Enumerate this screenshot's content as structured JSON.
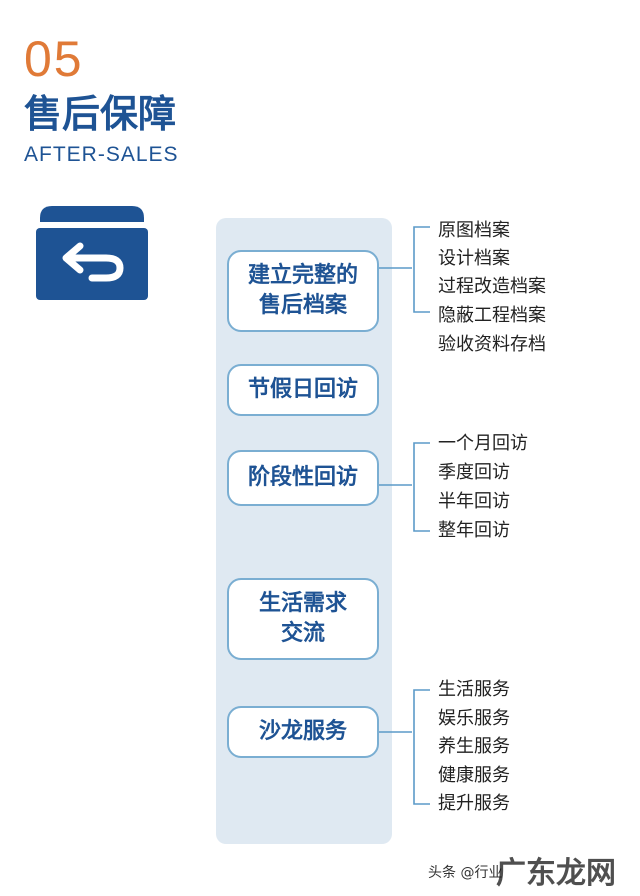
{
  "header": {
    "number": "05",
    "title": "售后保障",
    "subtitle": "AFTER-SALES",
    "icon": "return-arrow-icon"
  },
  "colors": {
    "accent_orange": "#e07a37",
    "brand_blue": "#1e5394",
    "panel_bg": "#dfe9f2",
    "box_border": "#7aaed2",
    "line_color": "#5b9ac8"
  },
  "items": [
    {
      "label": "建立完整的\n售后档案",
      "subs": [
        "原图档案",
        "设计档案",
        "过程改造档案",
        "隐蔽工程档案",
        "验收资料存档"
      ]
    },
    {
      "label": "节假日回访",
      "subs": []
    },
    {
      "label": "阶段性回访",
      "subs": [
        "一个月回访",
        "季度回访",
        "半年回访",
        "整年回访"
      ]
    },
    {
      "label": "生活需求\n交流",
      "subs": []
    },
    {
      "label": "沙龙服务",
      "subs": [
        "生活服务",
        "娱乐服务",
        "养生服务",
        "健康服务",
        "提升服务"
      ]
    }
  ],
  "footer": {
    "source": "头条 @行业",
    "watermark": "广东龙网"
  }
}
